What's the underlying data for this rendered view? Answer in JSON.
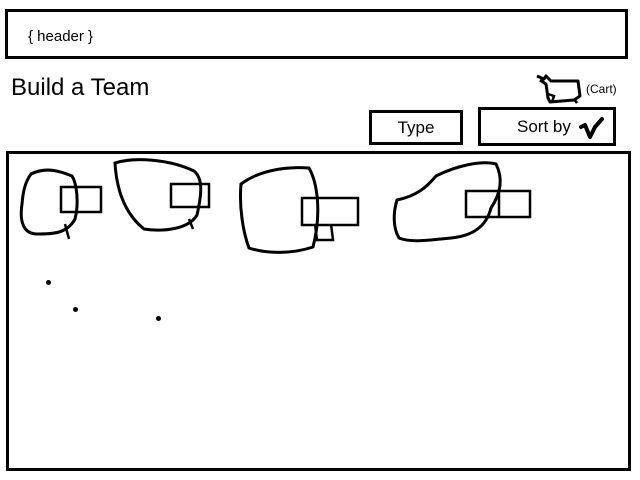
{
  "header": {
    "placeholder": "{ header }"
  },
  "page": {
    "title": "Build a Team"
  },
  "cart": {
    "label": "(Cart)",
    "icon": "cart-icon"
  },
  "toolbar": {
    "type_label": "Type",
    "sort_label": "Sort by",
    "sort_icon": "checkmark-icon"
  },
  "items": [
    {
      "icon": "team-member-sketch"
    },
    {
      "icon": "team-member-sketch"
    },
    {
      "icon": "team-member-sketch"
    },
    {
      "icon": "team-member-sketch"
    }
  ]
}
